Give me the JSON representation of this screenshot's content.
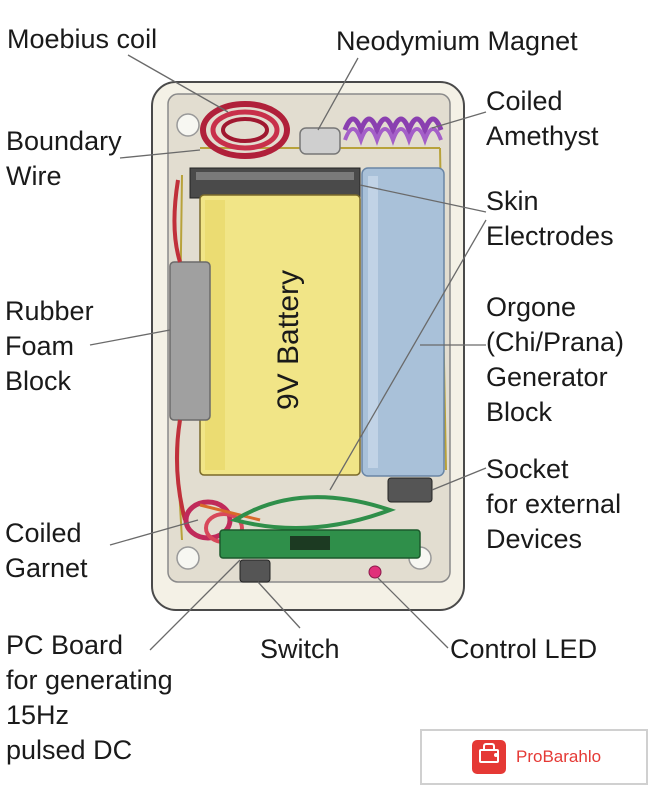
{
  "labels": {
    "moebius_coil": [
      "Moebius coil"
    ],
    "neodymium_magnet": [
      "Neodymium Magnet"
    ],
    "coiled_amethyst": [
      "Coiled",
      "Amethyst"
    ],
    "boundary_wire": [
      "Boundary",
      "Wire"
    ],
    "skin_electrodes": [
      "Skin",
      "Electrodes"
    ],
    "rubber_foam_block": [
      "Rubber",
      "Foam",
      "Block"
    ],
    "orgone_generator_block": [
      "Orgone",
      "(Chi/Prana)",
      "Generator",
      "Block"
    ],
    "socket": [
      "Socket",
      "for external",
      "Devices"
    ],
    "coiled_garnet": [
      "Coiled",
      "Garnet"
    ],
    "pc_board": [
      "PC Board",
      "for generating",
      "15Hz",
      "pulsed DC"
    ],
    "switch": [
      "Switch"
    ],
    "control_led": [
      "Control LED"
    ]
  },
  "battery_label": "9V Battery",
  "watermark": {
    "text": "ProBarahlo",
    "icon": "tv-icon",
    "color": "#e53935"
  },
  "colors": {
    "battery": "#f1e587",
    "orgone_block": "#a9c1d9",
    "foam_block": "#a0a0a0",
    "moebius_coil": "#b0203a",
    "amethyst_coil": "#8a3fb0",
    "pc_board": "#2f8f4a",
    "case": "#f4f1e6"
  }
}
